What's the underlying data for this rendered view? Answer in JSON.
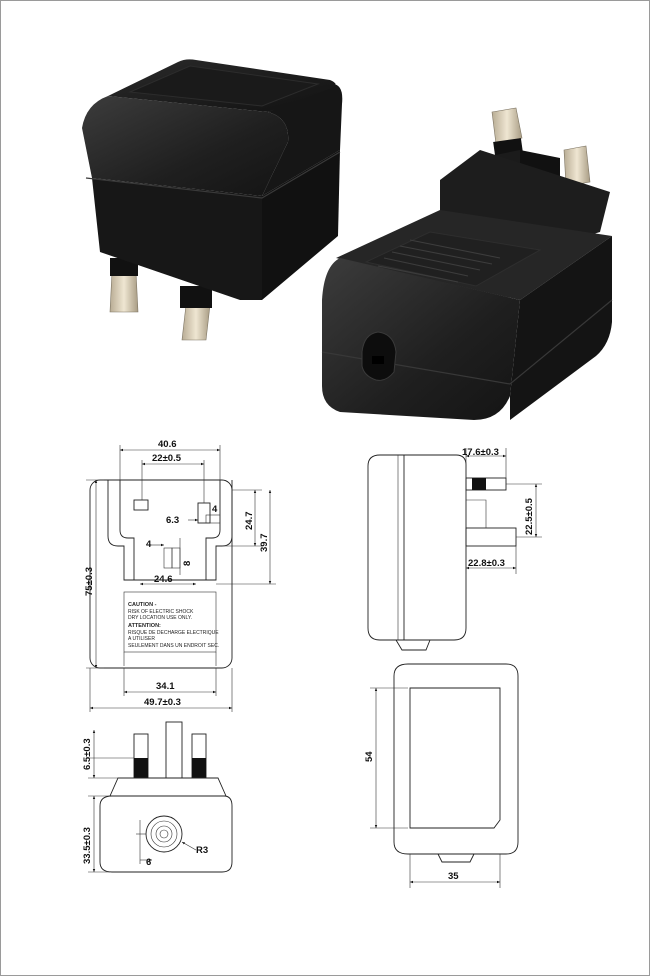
{
  "photo": {
    "colors": {
      "body": "#1f1f1f",
      "body_light": "#3a3a3a",
      "pin": "#d8cdb8"
    }
  },
  "front_view": {
    "dims": {
      "top_width": "40.6",
      "pin_spacing": "22±0.5",
      "pin_gap": "6.3",
      "pin_small": "4",
      "pin_width": "4",
      "pin_offset": "8",
      "earth_to_pins": "24.6",
      "upper_height": "24.7",
      "plug_height": "39.7",
      "total_height": "75±0.3",
      "inner_width": "34.1",
      "total_width": "49.7±0.3"
    },
    "label_text": {
      "l1": "CAUTION -",
      "l2": "RISK OF ELECTRIC SHOCK",
      "l3": "DRY LOCATION USE ONLY.",
      "l4": "ATTENTION:",
      "l5": "RISQUE DE DECHARGE ELECTRIQUE",
      "l6": "A UTILISER",
      "l7": "SEULEMENT DANS UN ENDROIT SEC."
    }
  },
  "side_view": {
    "dims": {
      "pin_length": "17.6±0.3",
      "pin_pitch": "22.5±0.5",
      "earth_length": "22.8±0.3"
    }
  },
  "top_view": {
    "dims": {
      "height": "54",
      "width": "35"
    }
  },
  "bottom_view": {
    "dims": {
      "pin_height": "6.5±0.3",
      "body_height": "33.5±0.3",
      "offset": "6",
      "radius": "R3"
    }
  }
}
